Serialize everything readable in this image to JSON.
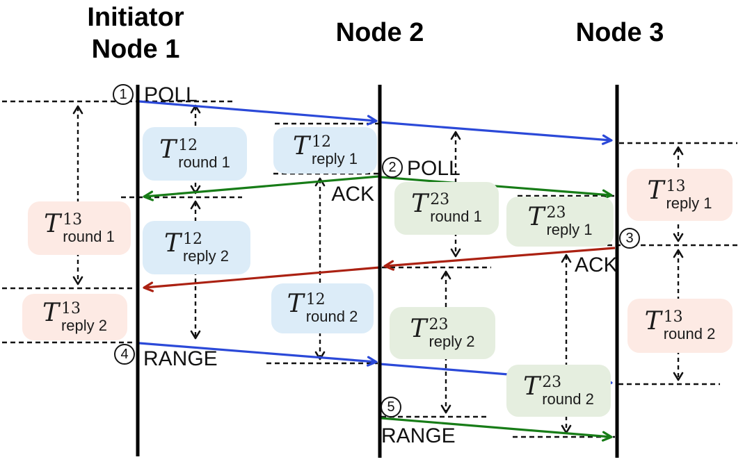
{
  "headers": [
    {
      "lines": [
        "Initiator",
        "Node 1"
      ]
    },
    {
      "lines": [
        "Node 2"
      ]
    },
    {
      "lines": [
        "Node 3"
      ]
    }
  ],
  "events": [
    {
      "num": "1",
      "label": "POLL"
    },
    {
      "num": "2",
      "label": "POLL"
    },
    {
      "num": "3",
      "label": "ACK"
    },
    {
      "num": "4",
      "label": "RANGE"
    },
    {
      "num": "5",
      "label": "RANGE"
    }
  ],
  "extra_labels": {
    "node2_ack": "ACK"
  },
  "intervals": [
    {
      "base": "T",
      "sup": "12",
      "sub": "round 1"
    },
    {
      "base": "T",
      "sup": "12",
      "sub": "reply 1"
    },
    {
      "base": "T",
      "sup": "12",
      "sub": "reply 2"
    },
    {
      "base": "T",
      "sup": "12",
      "sub": "round 2"
    },
    {
      "base": "T",
      "sup": "13",
      "sub": "round 1"
    },
    {
      "base": "T",
      "sup": "13",
      "sub": "reply 2"
    },
    {
      "base": "T",
      "sup": "13",
      "sub": "reply 1"
    },
    {
      "base": "T",
      "sup": "13",
      "sub": "round 2"
    },
    {
      "base": "T",
      "sup": "23",
      "sub": "round 1"
    },
    {
      "base": "T",
      "sup": "23",
      "sub": "reply 1"
    },
    {
      "base": "T",
      "sup": "23",
      "sub": "reply 2"
    },
    {
      "base": "T",
      "sup": "23",
      "sub": "round 2"
    }
  ],
  "colors": {
    "poll_range_arrow_blue": "#2b49d8",
    "ack_node2_arrow_green": "#177c17",
    "ack_node3_arrow_red": "#ab2112",
    "interval_box_blue": "#dcecf8",
    "interval_box_green": "#e5eedf",
    "interval_box_pink": "#fdeae4"
  }
}
